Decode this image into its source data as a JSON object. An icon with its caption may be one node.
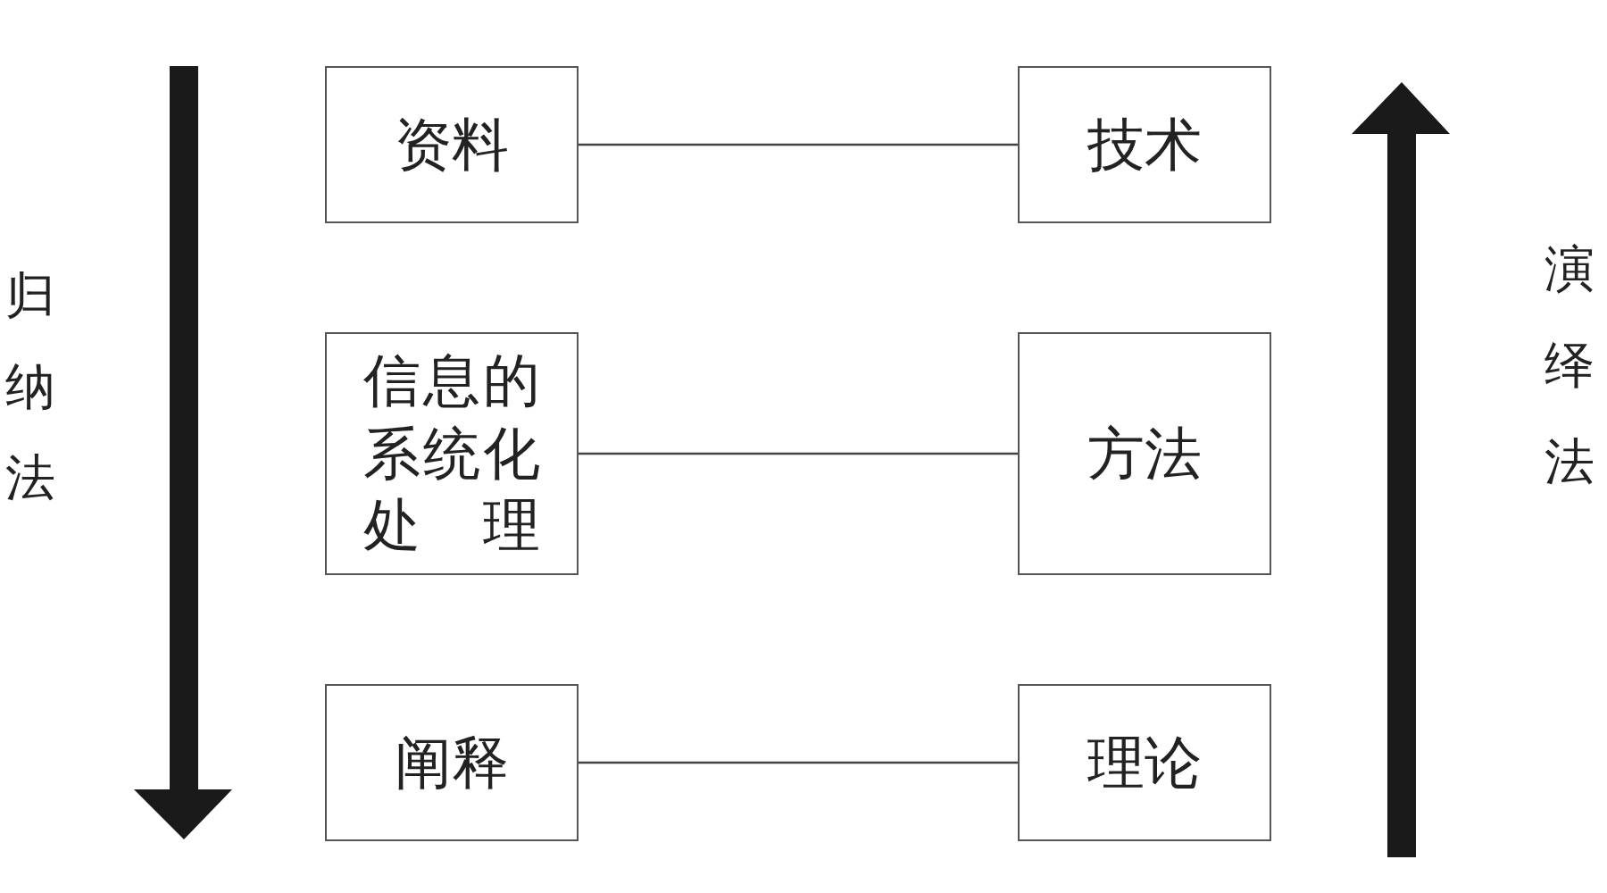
{
  "diagram": {
    "nodes": [
      {
        "text": [
          "资料"
        ]
      },
      {
        "text": [
          "技术"
        ]
      },
      {
        "text": [
          "信息的系统化处理"
        ]
      },
      {
        "text": [
          "方法"
        ]
      },
      {
        "text": [
          "阐释"
        ]
      },
      {
        "text": [
          "理论"
        ]
      }
    ],
    "edges": [
      {
        "from": 0,
        "to": 1,
        "arrow": "none"
      },
      {
        "from": 2,
        "to": 3,
        "arrow": "none"
      },
      {
        "from": 4,
        "to": 5,
        "arrow": "none"
      }
    ],
    "labels": [
      "归纳法",
      "演绎法"
    ]
  }
}
